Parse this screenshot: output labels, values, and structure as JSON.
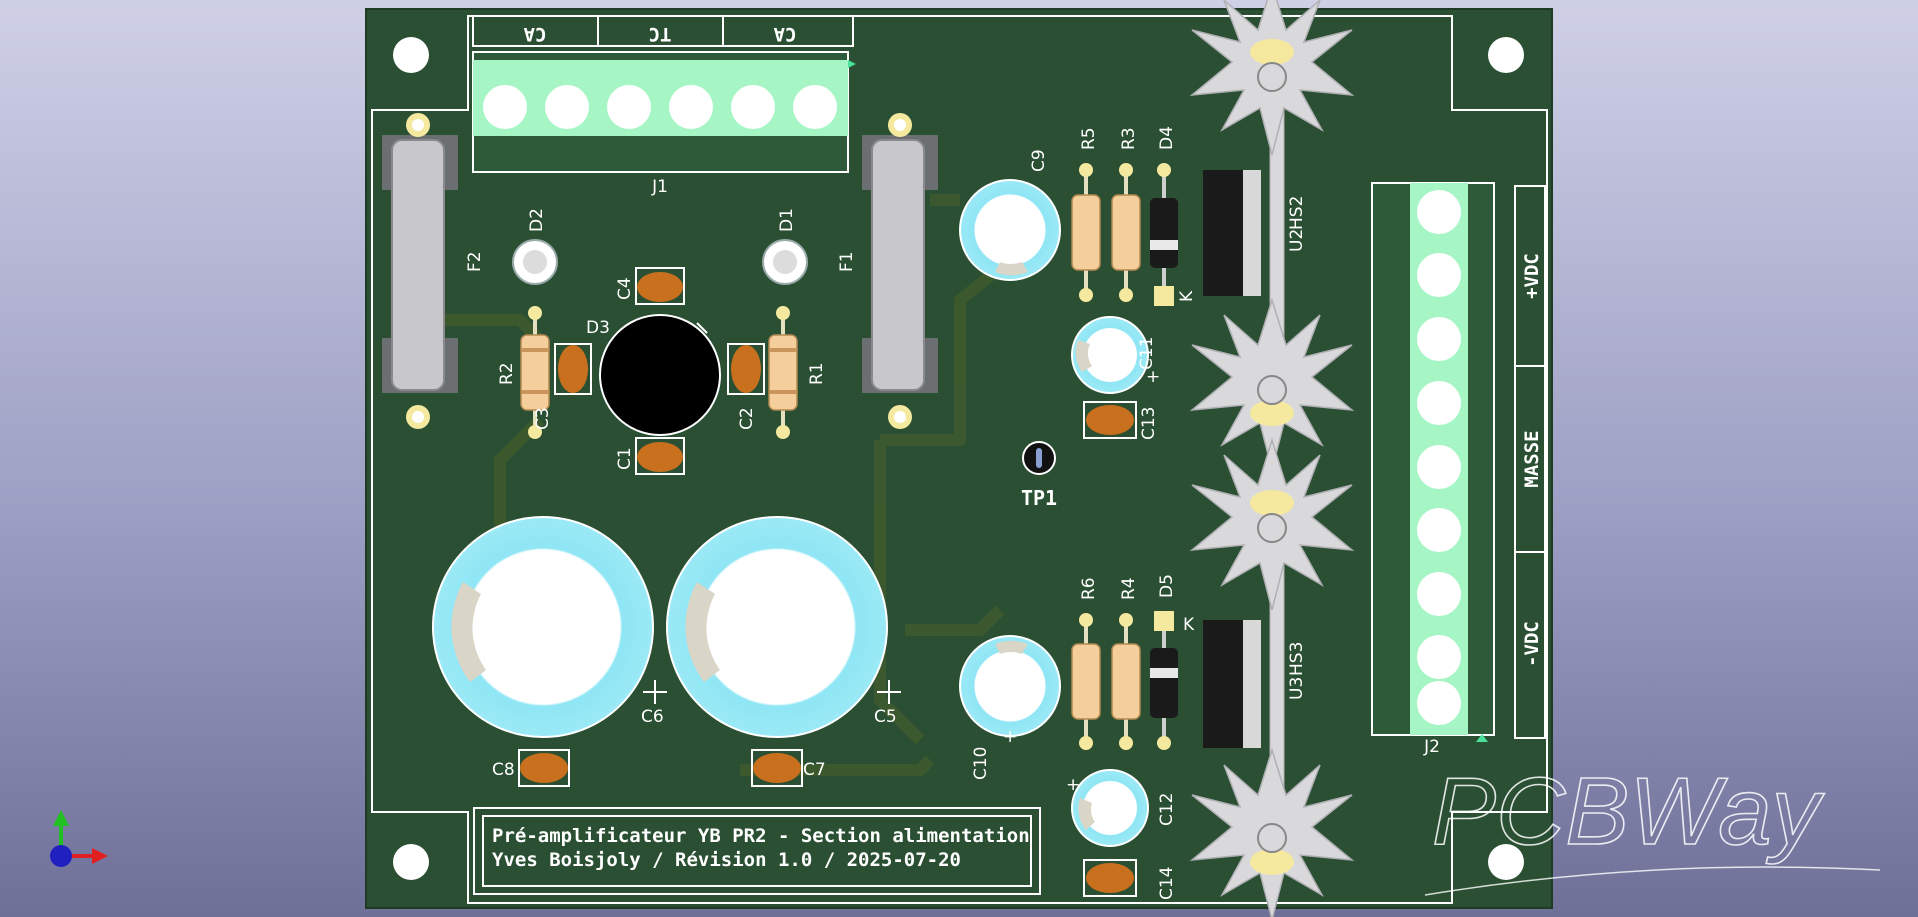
{
  "board": {
    "color": "#2a4f33",
    "trace_color": "#3e5a2e",
    "silk_color": "#ffffff",
    "title_line1": "Pré-amplificateur YB PR2 - Section alimentation",
    "title_line2": "Yves Boisjoly / Révision 1.0 / 2025-07-20"
  },
  "connectors": {
    "j1": {
      "ref": "J1",
      "pins": [
        "CA",
        "TC",
        "CA"
      ]
    },
    "j2": {
      "ref": "J2",
      "pins": [
        "+VDC",
        "MASSE",
        "-VDC"
      ]
    }
  },
  "refs": {
    "f1": "F1",
    "f2": "F2",
    "d1": "D1",
    "d2": "D2",
    "d3": "D3",
    "d4": "D4",
    "d5": "D5",
    "r1": "R1",
    "r2": "R2",
    "r3": "R3",
    "r4": "R4",
    "r5": "R5",
    "r6": "R6",
    "c1": "C1",
    "c2": "C2",
    "c3": "C3",
    "c4": "C4",
    "c5": "C5",
    "c6": "C6",
    "c7": "C7",
    "c8": "C8",
    "c9": "C9",
    "c10": "C10",
    "c11": "C11",
    "c12": "C12",
    "c13": "C13",
    "c14": "C14",
    "u2": "U2",
    "u3": "U3",
    "hs2": "HS2",
    "hs3": "HS3",
    "tp1": "TP1",
    "k": "K",
    "plus": "+"
  },
  "watermark": "PCBWay",
  "axes_icon": {
    "x_color": "#e02020",
    "y_color": "#20c020",
    "z_color": "#2020c0"
  }
}
